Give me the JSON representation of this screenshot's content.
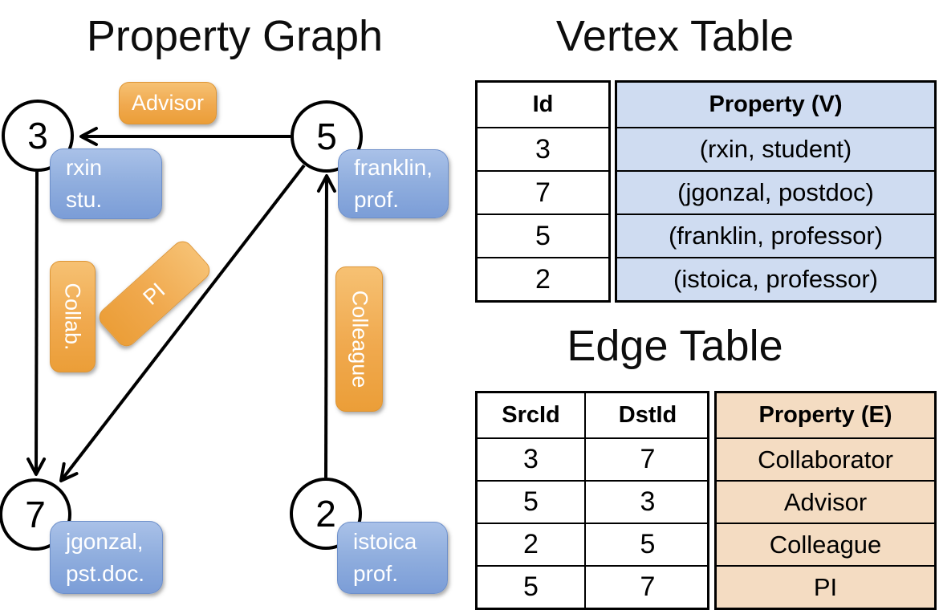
{
  "titles": {
    "graph": "Property Graph",
    "vertex_table": "Vertex Table",
    "edge_table": "Edge Table"
  },
  "graph": {
    "nodes": [
      {
        "id": "3",
        "prop_line1": "rxin",
        "prop_line2": "stu."
      },
      {
        "id": "5",
        "prop_line1": "franklin,",
        "prop_line2": "prof."
      },
      {
        "id": "7",
        "prop_line1": "jgonzal,",
        "prop_line2": "pst.doc."
      },
      {
        "id": "2",
        "prop_line1": "istoica",
        "prop_line2": "prof."
      }
    ],
    "edge_labels": [
      {
        "label": "Advisor"
      },
      {
        "label": "Collab."
      },
      {
        "label": "PI"
      },
      {
        "label": "Colleague"
      }
    ]
  },
  "vertex_table": {
    "columns": [
      "Id",
      "Property (V)"
    ],
    "rows": [
      [
        "3",
        "(rxin, student)"
      ],
      [
        "7",
        "(jgonzal, postdoc)"
      ],
      [
        "5",
        "(franklin, professor)"
      ],
      [
        "2",
        "(istoica, professor)"
      ]
    ]
  },
  "edge_table": {
    "columns": [
      "SrcId",
      "DstId",
      "Property (E)"
    ],
    "rows": [
      [
        "3",
        "7",
        "Collaborator"
      ],
      [
        "5",
        "3",
        "Advisor"
      ],
      [
        "2",
        "5",
        "Colleague"
      ],
      [
        "5",
        "7",
        "PI"
      ]
    ]
  },
  "colors": {
    "edge_label_orange": "#f0a94e",
    "vertex_label_blue": "#8fade0",
    "vertex_table_fill": "#cfdcf1",
    "edge_table_fill": "#f4dcc2",
    "line_color": "#000000"
  }
}
